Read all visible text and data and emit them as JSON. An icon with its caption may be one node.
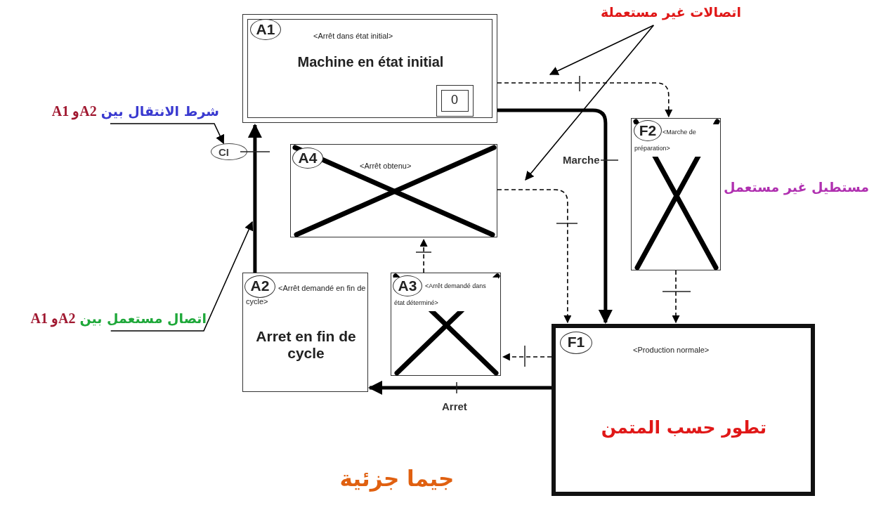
{
  "diagram": {
    "caption": "جيما جزئية",
    "nodes": [
      {
        "text": [
          "A1",
          "<Arrêt dans état initial>",
          "Machine en état initial"
        ]
      },
      {
        "text": [
          "0"
        ],
        "in": 0
      },
      {
        "text": [
          "A4",
          "<Arrêt obtenu>"
        ]
      },
      {
        "text": [
          "F2",
          "<Marche de préparation>"
        ],
        "beside": [
          "مستطيل غير مستعمل"
        ]
      },
      {
        "text": [
          "CI"
        ]
      },
      {
        "text": [
          "A2",
          "<Arrêt demandé en fin de cycle>",
          "Arret en fin de cycle"
        ]
      },
      {
        "text": [
          "A3",
          "<Arrêt demandé dans état déterminé>"
        ]
      },
      {
        "text": [
          "F1",
          "<Production normale>",
          "تطور حسب المتمن"
        ]
      },
      {
        "text": [
          "شرط الانتقال بين",
          "A2و A1"
        ]
      },
      {
        "text": [
          "اتصال مستعمل بين",
          "A2و A1"
        ]
      },
      {
        "text": [
          "اتصالات غير مستعملة"
        ]
      }
    ],
    "edges": [
      {
        "from": 5,
        "to": 0,
        "arrow": "to",
        "style": "thick"
      },
      {
        "from": 0,
        "to": 7,
        "arrow": "to",
        "style": "thick",
        "label": "Marche"
      },
      {
        "from": 0,
        "to": 3,
        "arrow": "to",
        "style": "dashed"
      },
      {
        "from": 2,
        "to": 7,
        "arrow": "to",
        "style": "dashed"
      },
      {
        "from": 3,
        "to": 7,
        "arrow": "to",
        "style": "dashed"
      },
      {
        "from": 7,
        "to": 6,
        "arrow": "to",
        "style": "dashed"
      },
      {
        "from": 6,
        "to": 2,
        "arrow": "to",
        "style": "dashed"
      },
      {
        "from": 7,
        "to": 5,
        "arrow": "to",
        "style": "thick",
        "label": "Arret"
      },
      {
        "from": 8,
        "to": 4,
        "arrow": "to"
      },
      {
        "from": 9,
        "to": null,
        "arrow": "to"
      },
      {
        "from": 10,
        "to": null,
        "arrow": "to"
      },
      {
        "from": 10,
        "to": null,
        "arrow": "to"
      }
    ]
  }
}
